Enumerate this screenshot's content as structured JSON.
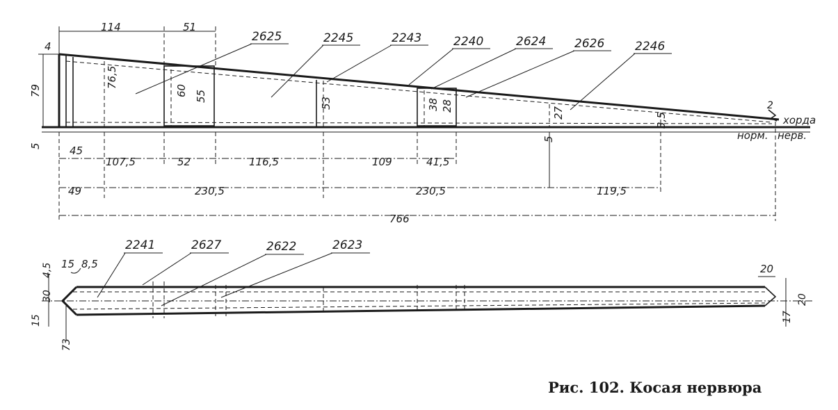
{
  "figure": {
    "caption": "Рис. 102. Косая нервюра"
  },
  "elevation_view": {
    "part_numbers": [
      "2625",
      "2245",
      "2243",
      "2240",
      "2624",
      "2626",
      "2246"
    ],
    "top_dimensions": [
      "114",
      "51"
    ],
    "heights": {
      "root_total": "79",
      "root_top": "4",
      "below_chord": "5",
      "h1": "76,5",
      "h2": "60",
      "h3": "55",
      "h4": "53",
      "h5": "38",
      "h6": "28",
      "h7": "27",
      "h8": "5",
      "h9": "3,5"
    },
    "row1_dimensions": [
      "45",
      "107,5",
      "52",
      "116,5",
      "109",
      "41,5"
    ],
    "row2_dimensions": [
      "49",
      "230,5",
      "230,5",
      "119,5"
    ],
    "overall_length": "766",
    "reference_label_chord": "хорда",
    "reference_label_normal": "норм.",
    "reference_label_rib": "нерв.",
    "tip_mark": "2"
  },
  "plan_view": {
    "part_numbers": [
      "2241",
      "2627",
      "2622",
      "2623"
    ],
    "dimensions": {
      "d15_top": "15",
      "d85": "8,5",
      "d45": "4,5",
      "d30": "30",
      "d15_side": "15",
      "d73": "73",
      "end_width": "20",
      "end_height": "20",
      "end_small": "17"
    }
  }
}
